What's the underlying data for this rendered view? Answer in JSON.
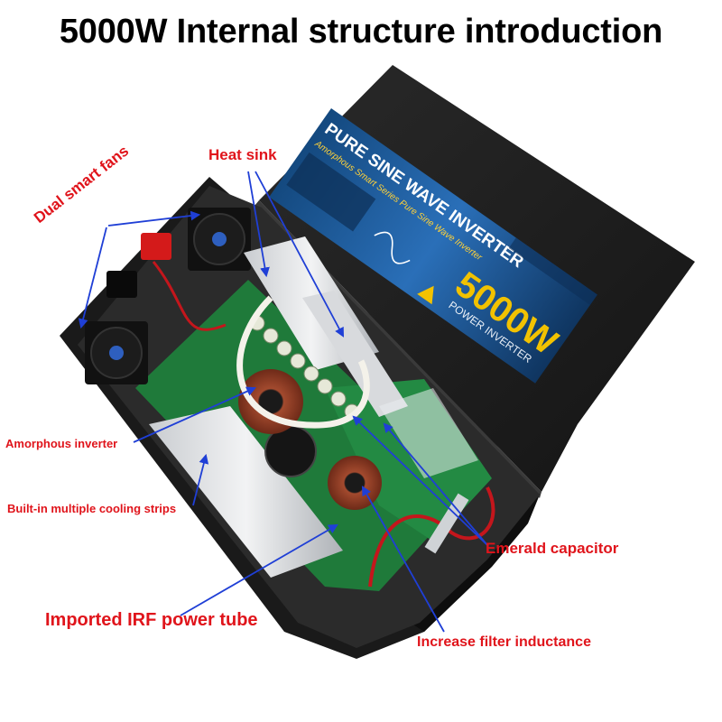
{
  "title": "5000W Internal structure introduction",
  "callouts": {
    "heat_sink": "Heat sink",
    "dual_fans": "Dual smart fans",
    "amorphous": "Amorphous inverter",
    "cooling": "Built-in multiple cooling strips",
    "irf": "Imported IRF power tube",
    "emerald": "Emerald capacitor",
    "filter": "Increase filter inductance"
  },
  "product_label": {
    "line1": "PURE SINE WAVE INVERTER",
    "line2": "Amorphous Smart Series Pure Sine Wave Inverter",
    "power": "5000W",
    "sub": "POWER INVERTER"
  },
  "colors": {
    "callout_red": "#e0141b",
    "arrow_blue": "#1f3fd6",
    "case_black": "#1b1b1b",
    "label_blue": "#1d5fa8",
    "power_yellow": "#f2c200",
    "pcb_green": "#1f7a3a"
  }
}
